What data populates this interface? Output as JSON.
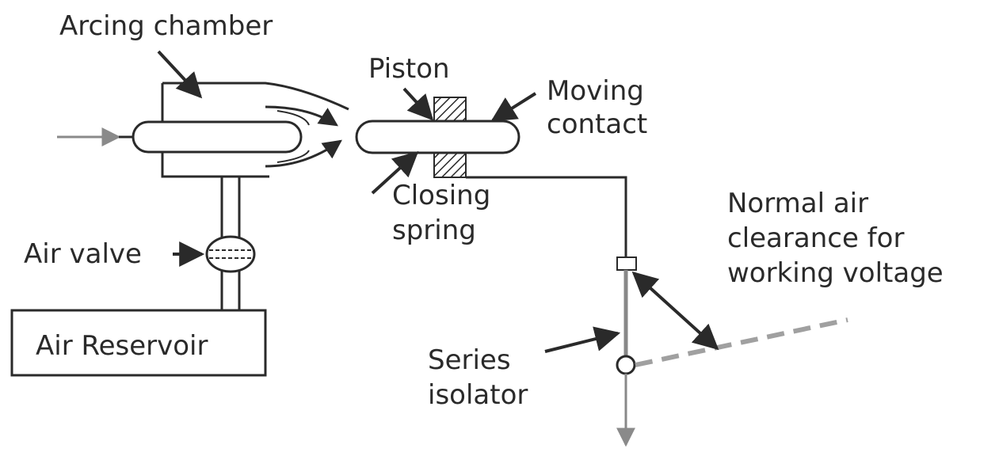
{
  "labels": {
    "arcing_chamber": "Arcing chamber",
    "piston": "Piston",
    "moving_contact_line1": "Moving",
    "moving_contact_line2": "contact",
    "closing_spring_line1": "Closing",
    "closing_spring_line2": "spring",
    "air_valve": "Air valve",
    "air_reservoir": "Air Reservoir",
    "series_isolator_line1": "Series",
    "series_isolator_line2": "isolator",
    "clearance_line1": "Normal air",
    "clearance_line2": "clearance for",
    "clearance_line3": "working voltage"
  },
  "colors": {
    "line": "#2a2a2a",
    "inflow_arrow": "#8a8a8a",
    "isolator_blade": "#888888",
    "dashed_open_blade": "#a0a0a0"
  }
}
